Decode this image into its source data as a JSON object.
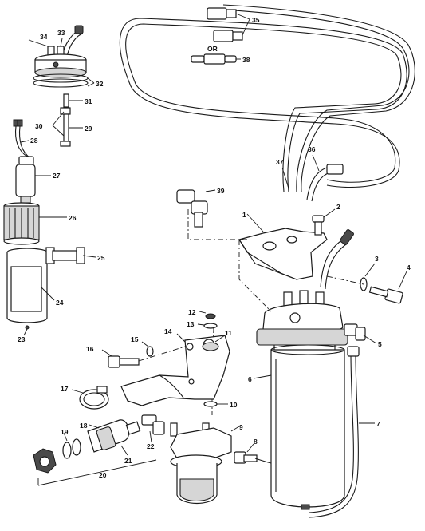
{
  "callouts": [
    "1",
    "2",
    "3",
    "4",
    "5",
    "6",
    "7",
    "8",
    "9",
    "10",
    "11",
    "12",
    "13",
    "14",
    "15",
    "16",
    "17",
    "18",
    "19",
    "20",
    "21",
    "22",
    "23",
    "24",
    "25",
    "26",
    "27",
    "28",
    "29",
    "30",
    "31",
    "32",
    "33",
    "34",
    "35",
    "36",
    "37",
    "38",
    "39"
  ],
  "or_label": "OR"
}
